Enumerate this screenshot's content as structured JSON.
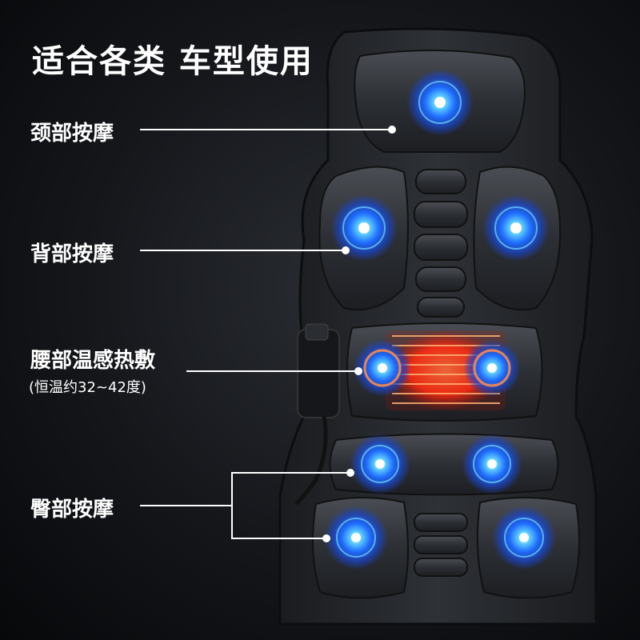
{
  "headline": "适合各类 车型使用",
  "labels": {
    "neck": "颈部按摩",
    "back": "背部按摩",
    "waist": "腰部温感热敷",
    "waist_note": "(恒温约32~42度)",
    "hip": "臀部按摩"
  },
  "colors": {
    "massage_node": "#1e6cff",
    "heater": "#ff2a10",
    "cushion": "#2b2e33"
  }
}
